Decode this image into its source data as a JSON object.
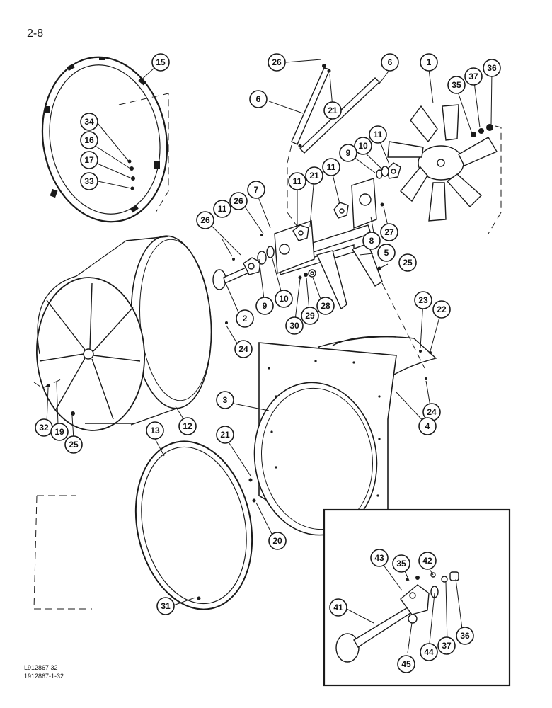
{
  "page_number": "2-8",
  "figure_codes": [
    "L912867 32",
    "1912867-1-32"
  ],
  "callouts": [
    {
      "id": "c15",
      "label": "15"
    },
    {
      "id": "c34",
      "label": "34"
    },
    {
      "id": "c16",
      "label": "16"
    },
    {
      "id": "c17",
      "label": "17"
    },
    {
      "id": "c33",
      "label": "33"
    },
    {
      "id": "c26a",
      "label": "26"
    },
    {
      "id": "c6a",
      "label": "6"
    },
    {
      "id": "c21a",
      "label": "21"
    },
    {
      "id": "c6b",
      "label": "6"
    },
    {
      "id": "c1",
      "label": "1"
    },
    {
      "id": "c35a",
      "label": "35"
    },
    {
      "id": "c37a",
      "label": "37"
    },
    {
      "id": "c36a",
      "label": "36"
    },
    {
      "id": "c11a",
      "label": "11"
    },
    {
      "id": "c10a",
      "label": "10"
    },
    {
      "id": "c9a",
      "label": "9"
    },
    {
      "id": "c11b",
      "label": "11"
    },
    {
      "id": "c21b",
      "label": "21"
    },
    {
      "id": "c11c",
      "label": "11"
    },
    {
      "id": "c7",
      "label": "7"
    },
    {
      "id": "c26b",
      "label": "26"
    },
    {
      "id": "c11d",
      "label": "11"
    },
    {
      "id": "c26c",
      "label": "26"
    },
    {
      "id": "c27",
      "label": "27"
    },
    {
      "id": "c8",
      "label": "8"
    },
    {
      "id": "c5",
      "label": "5"
    },
    {
      "id": "c25a",
      "label": "25"
    },
    {
      "id": "c2",
      "label": "2"
    },
    {
      "id": "c9b",
      "label": "9"
    },
    {
      "id": "c10b",
      "label": "10"
    },
    {
      "id": "c30",
      "label": "30"
    },
    {
      "id": "c29",
      "label": "29"
    },
    {
      "id": "c28",
      "label": "28"
    },
    {
      "id": "c23",
      "label": "23"
    },
    {
      "id": "c22",
      "label": "22"
    },
    {
      "id": "c24a",
      "label": "24"
    },
    {
      "id": "c3",
      "label": "3"
    },
    {
      "id": "c24b",
      "label": "24"
    },
    {
      "id": "c4",
      "label": "4"
    },
    {
      "id": "c32",
      "label": "32"
    },
    {
      "id": "c19",
      "label": "19"
    },
    {
      "id": "c25b",
      "label": "25"
    },
    {
      "id": "c12",
      "label": "12"
    },
    {
      "id": "c13",
      "label": "13"
    },
    {
      "id": "c21c",
      "label": "21"
    },
    {
      "id": "c20",
      "label": "20"
    },
    {
      "id": "c31",
      "label": "31"
    },
    {
      "id": "c43",
      "label": "43"
    },
    {
      "id": "c35b",
      "label": "35"
    },
    {
      "id": "c42",
      "label": "42"
    },
    {
      "id": "c41",
      "label": "41"
    },
    {
      "id": "c36b",
      "label": "36"
    },
    {
      "id": "c37b",
      "label": "37"
    },
    {
      "id": "c44",
      "label": "44"
    },
    {
      "id": "c45",
      "label": "45"
    }
  ]
}
